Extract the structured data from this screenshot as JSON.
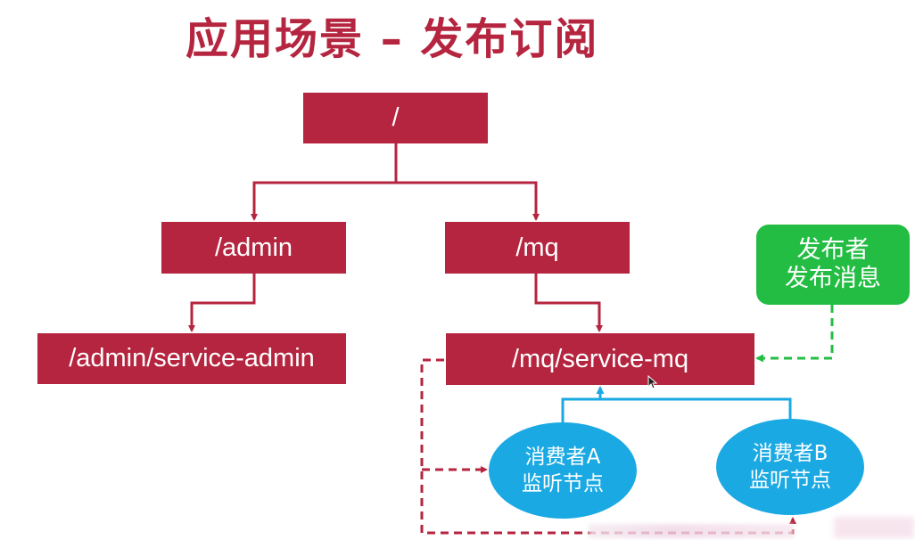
{
  "title": "应用场景 – 发布订阅",
  "nodes": {
    "root": "/",
    "admin": "/admin",
    "mq": "/mq",
    "service_admin": "/admin/service-admin",
    "service_mq": "/mq/service-mq"
  },
  "publisher": {
    "line1": "发布者",
    "line2": "发布消息"
  },
  "consumers": [
    {
      "line1": "消费者A",
      "line2": "监听节点"
    },
    {
      "line1": "消费者B",
      "line2": "监听节点"
    }
  ],
  "colors": {
    "node": "#b5253f",
    "publisher": "#24bd44",
    "consumer": "#1aa9e3",
    "tree_line": "#b5253f",
    "publish_line": "#24bd44",
    "watch_line": "#1aa9e3"
  }
}
